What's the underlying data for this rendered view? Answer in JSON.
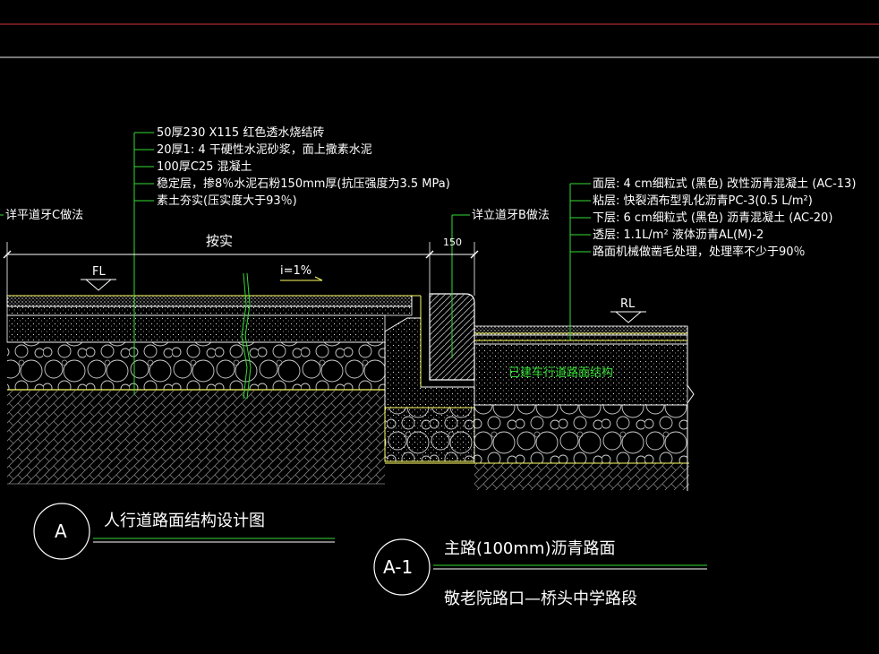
{
  "left_annotations": [
    "50厚230 X115 红色透水烧结砖",
    "20厚1: 4 干硬性水泥砂浆，面上撒素水泥",
    "100厚C25 混凝土",
    "稳定层，掺8％水泥石粉150mm厚(抗压强度为3.5 MPa)",
    "素土夯实(压实度大于93％)"
  ],
  "right_annotations": [
    "面层: 4 cm细粒式 (黑色) 改性沥青混凝土 (AC-13)",
    "粘层: 快裂洒布型乳化沥青PC-3(0.5 L/m²)",
    "下层: 6 cm细粒式 (黑色) 沥青混凝土 (AC-20)",
    "透层: 1.1L/m² 液体沥青AL(M)-2",
    "路面机械做凿毛处理，处理率不少于90％"
  ],
  "labels": {
    "curb_c": "详平道牙C做法",
    "curb_b": "详立道牙B做法",
    "dim_main": "按实",
    "dim_150": "150",
    "fl": "FL",
    "rl": "RL",
    "slope": "i=1%",
    "existing_road": "已建车行道路面结构"
  },
  "titles": {
    "a_symbol": "A",
    "a_title": "人行道路面结构设计图",
    "a1_symbol": "A-1",
    "a1_title": "主路(100mm)沥青路面",
    "a1_subtitle": "敬老院路口—桥头中学路段"
  }
}
